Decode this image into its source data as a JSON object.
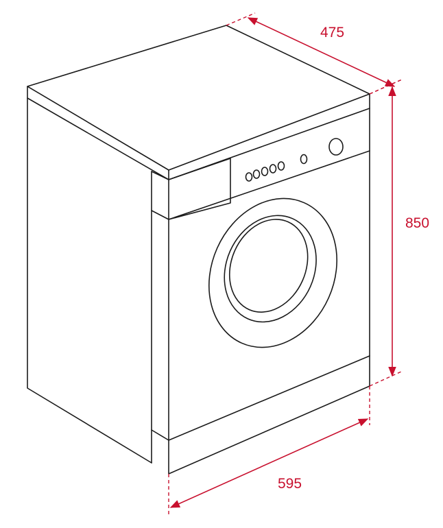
{
  "colors": {
    "outline": "#1a1a1a",
    "dimension": "#c8102e",
    "background": "#ffffff"
  },
  "dimensions": {
    "depth": "475",
    "height": "850",
    "width": "595"
  }
}
